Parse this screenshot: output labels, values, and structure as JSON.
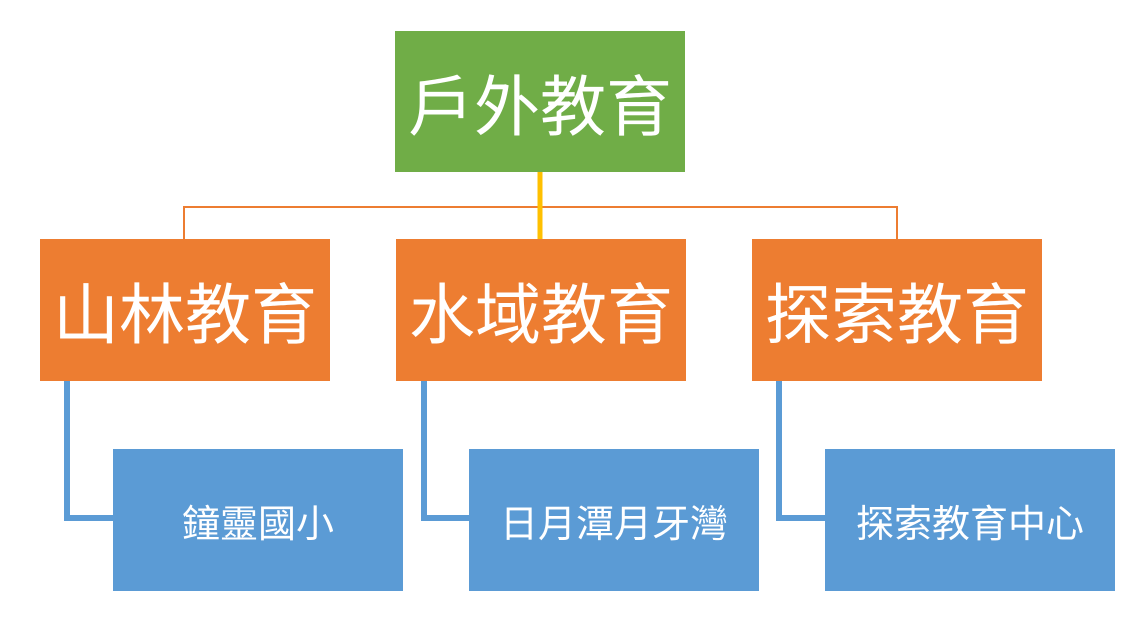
{
  "diagram": {
    "root": {
      "label": "戶外教育"
    },
    "branches": [
      {
        "label": "山林教育",
        "child": {
          "label": "鐘靈國小"
        }
      },
      {
        "label": "水域教育",
        "child": {
          "label": "日月潭月牙灣"
        }
      },
      {
        "label": "探索教育",
        "child": {
          "label": "探索教育中心"
        }
      }
    ]
  },
  "colors": {
    "root_fill": "#70ad47",
    "branch_fill": "#ed7d31",
    "leaf_fill": "#5b9bd5",
    "branch_connector": "#ed7d31",
    "highlight_connector": "#ffc000",
    "leaf_connector": "#5b9bd5",
    "text": "#ffffff"
  }
}
